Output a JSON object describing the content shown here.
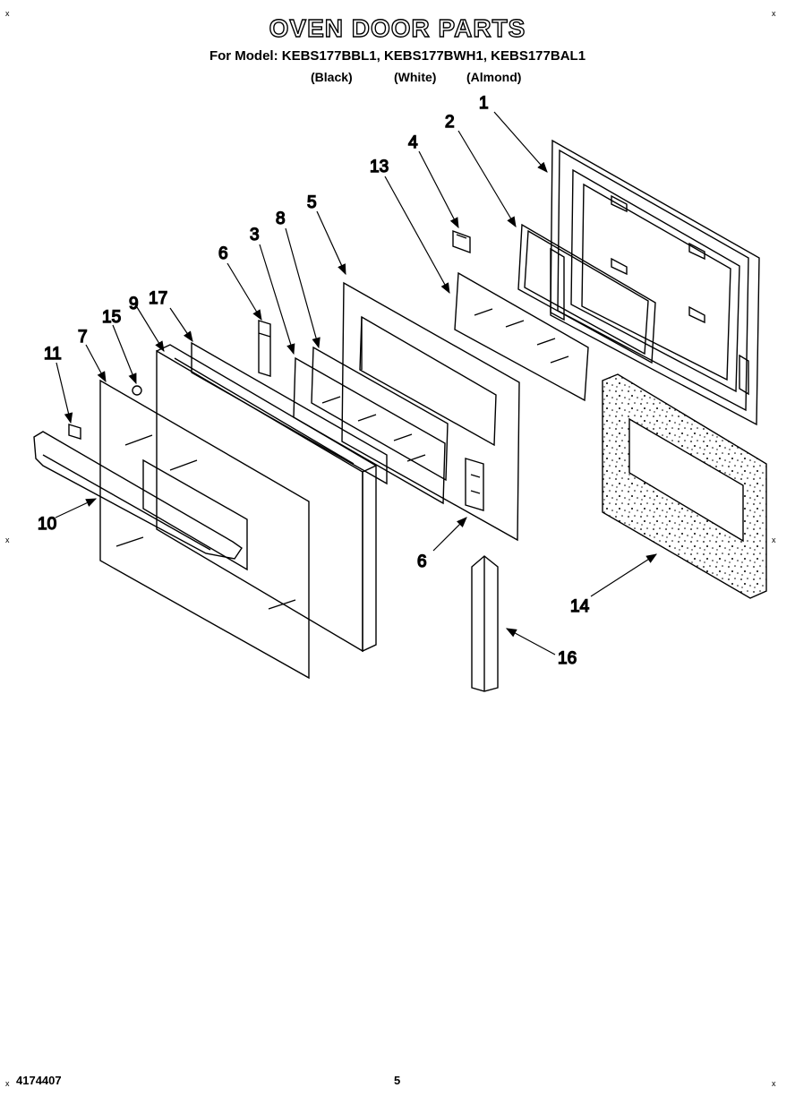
{
  "header": {
    "title": "OVEN DOOR PARTS",
    "models_line": "For Model: KEBS177BBL1, KEBS177BWH1, KEBS177BAL1",
    "variants": [
      "(Black)",
      "(White)",
      "(Almond)"
    ]
  },
  "callouts": [
    "1",
    "2",
    "4",
    "13",
    "5",
    "8",
    "3",
    "6",
    "17",
    "9",
    "15",
    "7",
    "11",
    "10",
    "6",
    "14",
    "16"
  ],
  "footer": {
    "doc_number": "4174407",
    "page_number": "5"
  },
  "corner_marks": [
    "x",
    "x",
    "x",
    "x",
    "x",
    "x"
  ]
}
